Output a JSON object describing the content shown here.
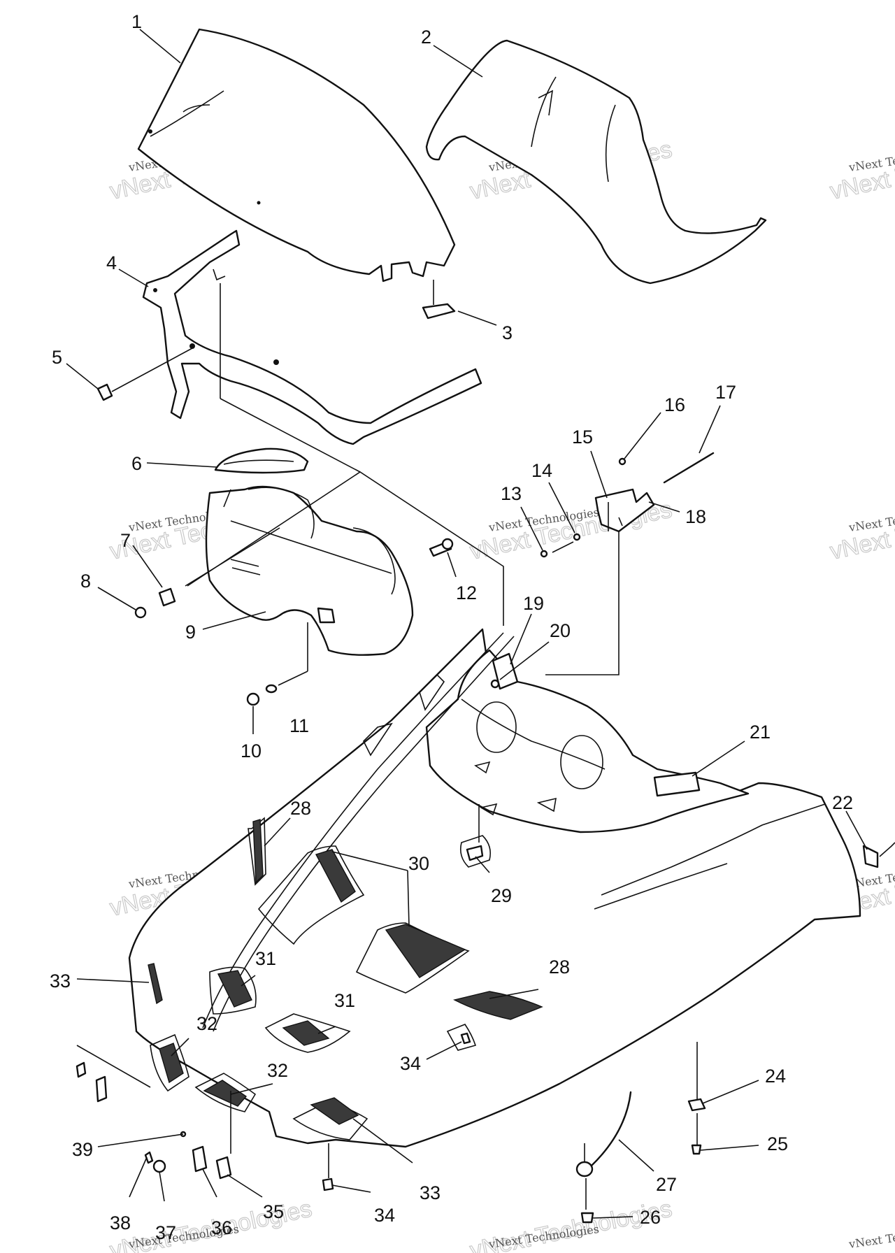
{
  "diagram": {
    "style": "exploded-parts-line-drawing",
    "watermark_text": "vNext Technologies",
    "watermark_large": "vNext Technologies",
    "callouts": [
      "1",
      "2",
      "3",
      "4",
      "5",
      "6",
      "7",
      "8",
      "9",
      "10",
      "11",
      "12",
      "13",
      "14",
      "15",
      "16",
      "17",
      "18",
      "19",
      "20",
      "21",
      "22",
      "24",
      "25",
      "26",
      "27",
      "28",
      "29",
      "30",
      "31",
      "32",
      "33",
      "34",
      "35",
      "36",
      "37",
      "38",
      "39"
    ],
    "colors": {
      "line": "#111111",
      "mesh": "#3a3a3a",
      "watermark": "#555555",
      "background": "#ffffff"
    }
  }
}
